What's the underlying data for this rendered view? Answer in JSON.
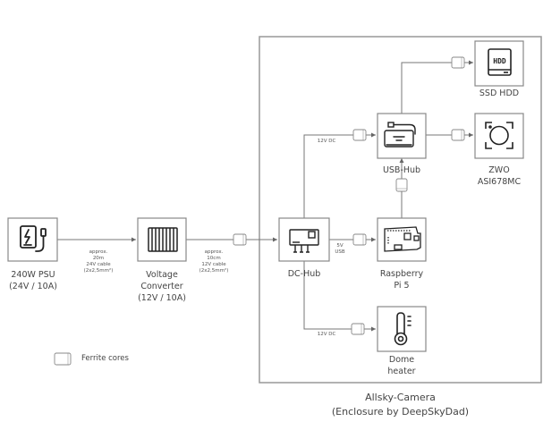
{
  "title": "Allsky-Camera wiring diagram",
  "enclosure": {
    "line1": "Allsky-Camera",
    "line2": "(Enclosure by DeepSkyDad)"
  },
  "nodes": {
    "psu": {
      "line1": "240W PSU",
      "line2": "(24V / 10A)",
      "icon": "power-supply-icon"
    },
    "converter": {
      "line1": "Voltage",
      "line2": "Converter",
      "line3": "(12V / 10A)",
      "icon": "voltage-converter-icon"
    },
    "dchub": {
      "line1": "DC-Hub",
      "icon": "dc-hub-icon"
    },
    "usbhub": {
      "line1": "USB-Hub",
      "icon": "usb-hub-icon"
    },
    "ssd": {
      "line1": "SSD HDD",
      "icon": "hdd-icon",
      "icon_text": "HDD"
    },
    "camera": {
      "line1": "ZWO",
      "line2": "ASI678MC",
      "icon": "camera-icon"
    },
    "rpi": {
      "line1": "Raspberry",
      "line2": "Pi 5",
      "icon": "raspberry-pi-icon"
    },
    "heater": {
      "line1": "Dome",
      "line2": "heater",
      "icon": "thermometer-icon"
    }
  },
  "edges": {
    "psu_conv": {
      "l1": "approx.",
      "l2": "20m",
      "l3": "24V cable",
      "l4": "(2x2,5mm²)"
    },
    "conv_dchub": {
      "l1": "approx.",
      "l2": "10cm",
      "l3": "12V cable",
      "l4": "(2x2,5mm²)"
    },
    "dchub_usbhub": "12V DC",
    "dchub_rpi": {
      "l1": "5V",
      "l2": "USB"
    },
    "dchub_heater": "12V DC"
  },
  "legend": {
    "ferrite_label": "Ferrite cores"
  }
}
